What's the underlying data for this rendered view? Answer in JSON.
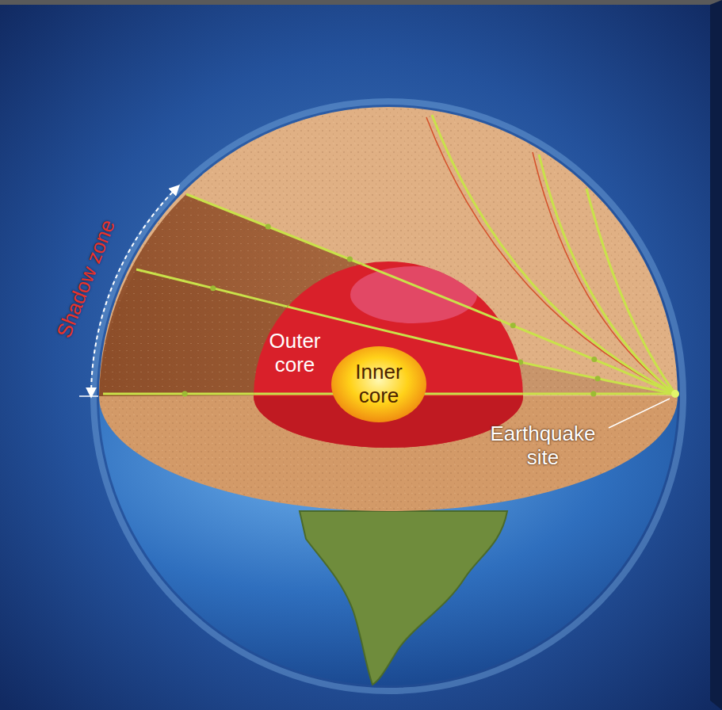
{
  "diagram": {
    "nodes": [
      {
        "text": [
          "Outer core"
        ]
      },
      {
        "text": [
          "Inner core"
        ],
        "in": 0
      }
    ],
    "labels": [
      "Shadow zone",
      "Earthquake site"
    ]
  }
}
